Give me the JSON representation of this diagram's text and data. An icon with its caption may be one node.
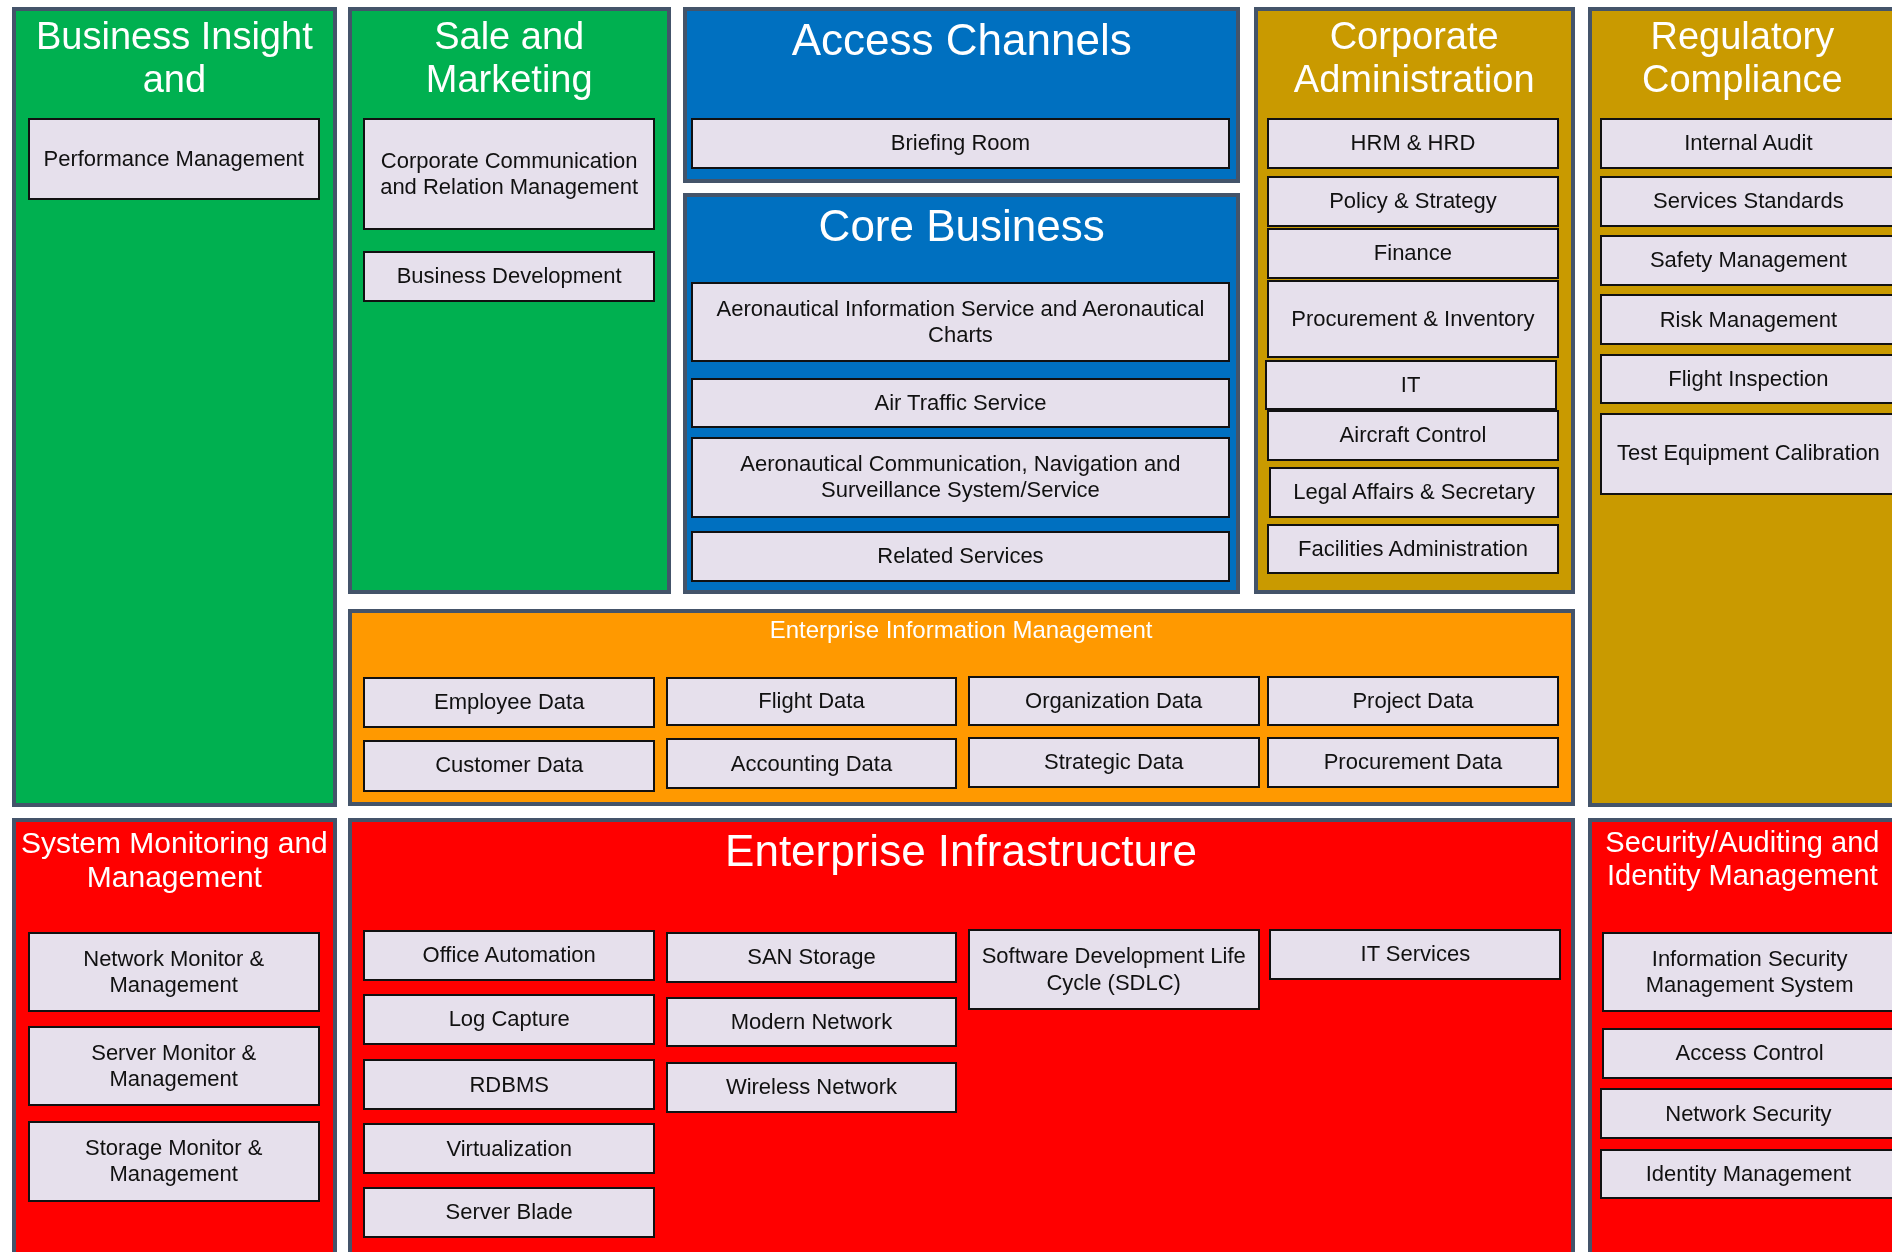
{
  "diagram": {
    "nodes": [
      {
        "text": [
          "Business Insight and"
        ]
      },
      {
        "text": [
          "Performance Management"
        ],
        "in": 0
      },
      {
        "text": [
          "Sale and Marketing"
        ]
      },
      {
        "text": [
          "Corporate Communication and Relation Management"
        ],
        "in": 2
      },
      {
        "text": [
          "Business Development"
        ],
        "in": 2
      },
      {
        "text": [
          "Access Channels"
        ]
      },
      {
        "text": [
          "Briefing Room"
        ],
        "in": 5
      },
      {
        "text": [
          "Corporate Administration"
        ]
      },
      {
        "text": [
          "HRM & HRD"
        ],
        "in": 7
      },
      {
        "text": [
          "Policy & Strategy"
        ],
        "in": 7
      },
      {
        "text": [
          "Finance"
        ],
        "in": 7
      },
      {
        "text": [
          "Procurement & Inventory"
        ],
        "in": 7
      },
      {
        "text": [
          "IT"
        ],
        "in": 7
      },
      {
        "text": [
          "Aircraft Control"
        ],
        "in": 7
      },
      {
        "text": [
          "Legal Affairs & Secretary"
        ],
        "in": 7
      },
      {
        "text": [
          "Facilities Administration"
        ],
        "in": 7
      },
      {
        "text": [
          "Regulatory Compliance"
        ]
      },
      {
        "text": [
          "Internal Audit"
        ],
        "in": 16
      },
      {
        "text": [
          "Services Standards"
        ],
        "in": 16
      },
      {
        "text": [
          "Safety Management"
        ],
        "in": 16
      },
      {
        "text": [
          "Risk Management"
        ],
        "in": 16
      },
      {
        "text": [
          "Flight Inspection"
        ],
        "in": 16
      },
      {
        "text": [
          "Test Equipment Calibration"
        ],
        "in": 16
      },
      {
        "text": [
          "Core Business"
        ]
      },
      {
        "text": [
          "Aeronautical Information Service and Aeronautical Charts"
        ],
        "in": 23
      },
      {
        "text": [
          "Air Traffic Service"
        ],
        "in": 23
      },
      {
        "text": [
          "Aeronautical Communication, Navigation and Surveillance System/Service"
        ],
        "in": 23
      },
      {
        "text": [
          "Related Services"
        ],
        "in": 23
      },
      {
        "text": [
          "Enterprise Information Management"
        ]
      },
      {
        "text": [
          "Employee Data"
        ],
        "in": 28
      },
      {
        "text": [
          "Flight Data"
        ],
        "in": 28
      },
      {
        "text": [
          "Organization Data"
        ],
        "in": 28
      },
      {
        "text": [
          "Project Data"
        ],
        "in": 28
      },
      {
        "text": [
          "Customer Data"
        ],
        "in": 28
      },
      {
        "text": [
          "Accounting Data"
        ],
        "in": 28
      },
      {
        "text": [
          "Strategic Data"
        ],
        "in": 28
      },
      {
        "text": [
          "Procurement Data"
        ],
        "in": 28
      },
      {
        "text": [
          "System Monitoring and Management"
        ]
      },
      {
        "text": [
          "Network Monitor & Management"
        ],
        "in": 37
      },
      {
        "text": [
          "Server Monitor & Management"
        ],
        "in": 37
      },
      {
        "text": [
          "Storage Monitor & Management"
        ],
        "in": 37
      },
      {
        "text": [
          "Enterprise Infrastructure"
        ]
      },
      {
        "text": [
          "Office Automation"
        ],
        "in": 41
      },
      {
        "text": [
          "SAN Storage"
        ],
        "in": 41
      },
      {
        "text": [
          "Software Development Life Cycle (SDLC)"
        ],
        "in": 41
      },
      {
        "text": [
          "IT Services"
        ],
        "in": 41
      },
      {
        "text": [
          "Log Capture"
        ],
        "in": 41
      },
      {
        "text": [
          "Modern Network"
        ],
        "in": 41
      },
      {
        "text": [
          "RDBMS"
        ],
        "in": 41
      },
      {
        "text": [
          "Wireless Network"
        ],
        "in": 41
      },
      {
        "text": [
          "Virtualization"
        ],
        "in": 41
      },
      {
        "text": [
          "Server Blade"
        ],
        "in": 41
      },
      {
        "text": [
          "Security/Auditing and Identity Management"
        ]
      },
      {
        "text": [
          "Information Security Management System"
        ],
        "in": 52
      },
      {
        "text": [
          "Access Control"
        ],
        "in": 52
      },
      {
        "text": [
          "Network Security"
        ],
        "in": 52
      },
      {
        "text": [
          "Identity Management"
        ],
        "in": 52
      }
    ]
  }
}
